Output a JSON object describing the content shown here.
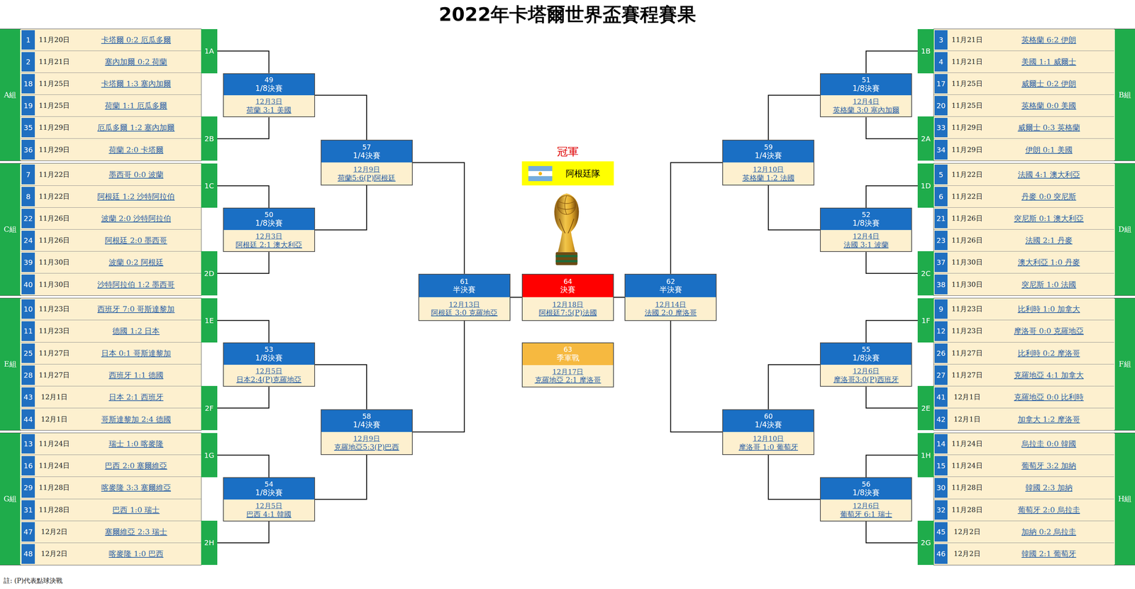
{
  "diagram": {
    "title": "2022年卡塔爾世界盃賽程賽果",
    "nodes": [
      {
        "text": [
          "A組"
        ]
      },
      {
        "text": [
          "1",
          "11月20日",
          "卡塔爾 0:2 厄瓜多爾"
        ],
        "in": 0
      },
      {
        "text": [
          "2",
          "11月21日",
          "塞內加爾 0:2 荷蘭"
        ],
        "in": 0
      },
      {
        "text": [
          "18",
          "11月25日",
          "卡塔爾 1:3 塞內加爾"
        ],
        "in": 0
      },
      {
        "text": [
          "19",
          "11月25日",
          "荷蘭 1:1 厄瓜多爾"
        ],
        "in": 0
      },
      {
        "text": [
          "35",
          "11月29日",
          "厄瓜多爾 1:2 塞內加爾"
        ],
        "in": 0
      },
      {
        "text": [
          "36",
          "11月29日",
          "荷蘭 2:0 卡塔爾"
        ],
        "in": 0
      },
      {
        "text": [
          "C組"
        ]
      },
      {
        "text": [
          "7",
          "11月22日",
          "墨西哥 0:0 波蘭"
        ],
        "in": 7
      },
      {
        "text": [
          "8",
          "11月22日",
          "阿根廷 1:2 沙特阿拉伯"
        ],
        "in": 7
      },
      {
        "text": [
          "22",
          "11月26日",
          "波蘭 2:0 沙特阿拉伯"
        ],
        "in": 7
      },
      {
        "text": [
          "24",
          "11月26日",
          "阿根廷 2:0 墨西哥"
        ],
        "in": 7
      },
      {
        "text": [
          "39",
          "11月30日",
          "波蘭 0:2 阿根廷"
        ],
        "in": 7
      },
      {
        "text": [
          "40",
          "11月30日",
          "沙特阿拉伯 1:2 墨西哥"
        ],
        "in": 7
      },
      {
        "text": [
          "E組"
        ]
      },
      {
        "text": [
          "10",
          "11月23日",
          "西班牙 7:0 哥斯達黎加"
        ],
        "in": 14
      },
      {
        "text": [
          "11",
          "11月23日",
          "德國 1:2 日本"
        ],
        "in": 14
      },
      {
        "text": [
          "25",
          "11月27日",
          "日本 0:1 哥斯達黎加"
        ],
        "in": 14
      },
      {
        "text": [
          "28",
          "11月27日",
          "西班牙 1:1 德國"
        ],
        "in": 14
      },
      {
        "text": [
          "43",
          "12月1日",
          "日本 2:1 西班牙"
        ],
        "in": 14
      },
      {
        "text": [
          "44",
          "12月1日",
          "哥斯達黎加 2:4 德國"
        ],
        "in": 14
      },
      {
        "text": [
          "G組"
        ]
      },
      {
        "text": [
          "13",
          "11月24日",
          "瑞士 1:0 喀麥隆"
        ],
        "in": 21
      },
      {
        "text": [
          "16",
          "11月24日",
          "巴西 2:0 塞爾維亞"
        ],
        "in": 21
      },
      {
        "text": [
          "29",
          "11月28日",
          "喀麥隆 3:3 塞爾維亞"
        ],
        "in": 21
      },
      {
        "text": [
          "31",
          "11月28日",
          "巴西 1:0 瑞士"
        ],
        "in": 21
      },
      {
        "text": [
          "47",
          "12月2日",
          "塞爾維亞 2:3 瑞士"
        ],
        "in": 21
      },
      {
        "text": [
          "48",
          "12月2日",
          "喀麥隆 1:0 巴西"
        ],
        "in": 21
      },
      {
        "text": [
          "B組"
        ]
      },
      {
        "text": [
          "3",
          "11月21日",
          "英格蘭 6:2 伊朗"
        ],
        "in": 28
      },
      {
        "text": [
          "4",
          "11月21日",
          "美國 1:1 威爾士"
        ],
        "in": 28
      },
      {
        "text": [
          "17",
          "11月25日",
          "威爾士 0:2 伊朗"
        ],
        "in": 28
      },
      {
        "text": [
          "20",
          "11月25日",
          "英格蘭 0:0 美國"
        ],
        "in": 28
      },
      {
        "text": [
          "33",
          "11月29日",
          "威爾士 0:3 英格蘭"
        ],
        "in": 28
      },
      {
        "text": [
          "34",
          "11月29日",
          "伊朗 0:1 美國"
        ],
        "in": 28
      },
      {
        "text": [
          "D組"
        ]
      },
      {
        "text": [
          "5",
          "11月22日",
          "法國 4:1 澳大利亞"
        ],
        "in": 35
      },
      {
        "text": [
          "6",
          "11月22日",
          "丹麥 0:0 突尼斯"
        ],
        "in": 35
      },
      {
        "text": [
          "21",
          "11月26日",
          "突尼斯 0:1 澳大利亞"
        ],
        "in": 35
      },
      {
        "text": [
          "23",
          "11月26日",
          "法國 2:1 丹麥"
        ],
        "in": 35
      },
      {
        "text": [
          "37",
          "11月30日",
          "澳大利亞 1:0 丹麥"
        ],
        "in": 35
      },
      {
        "text": [
          "38",
          "11月30日",
          "突尼斯 1:0 法國"
        ],
        "in": 35
      },
      {
        "text": [
          "F組"
        ]
      },
      {
        "text": [
          "9",
          "11月23日",
          "比利時 1:0 加拿大"
        ],
        "in": 42
      },
      {
        "text": [
          "12",
          "11月23日",
          "摩洛哥 0:0 克羅地亞"
        ],
        "in": 42
      },
      {
        "text": [
          "26",
          "11月27日",
          "比利時 0:2 摩洛哥"
        ],
        "in": 42
      },
      {
        "text": [
          "27",
          "11月27日",
          "克羅地亞 4:1 加拿大"
        ],
        "in": 42
      },
      {
        "text": [
          "41",
          "12月1日",
          "克羅地亞 0:0 比利時"
        ],
        "in": 42
      },
      {
        "text": [
          "42",
          "12月1日",
          "加拿大 1:2 摩洛哥"
        ],
        "in": 42
      },
      {
        "text": [
          "H組"
        ]
      },
      {
        "text": [
          "14",
          "11月24日",
          "烏拉圭 0:0 韓國"
        ],
        "in": 49
      },
      {
        "text": [
          "15",
          "11月24日",
          "葡萄牙 3:2 加納"
        ],
        "in": 49
      },
      {
        "text": [
          "30",
          "11月28日",
          "韓國 2:3 加納"
        ],
        "in": 49
      },
      {
        "text": [
          "32",
          "11月28日",
          "葡萄牙 2:0 烏拉圭"
        ],
        "in": 49
      },
      {
        "text": [
          "45",
          "12月2日",
          "加納 0:2 烏拉圭"
        ],
        "in": 49
      },
      {
        "text": [
          "46",
          "12月2日",
          "韓國 2:1 葡萄牙"
        ],
        "in": 49
      },
      {
        "text": [
          "1A"
        ]
      },
      {
        "text": [
          "2B"
        ]
      },
      {
        "text": [
          "1C"
        ]
      },
      {
        "text": [
          "2D"
        ]
      },
      {
        "text": [
          "1E"
        ]
      },
      {
        "text": [
          "2F"
        ]
      },
      {
        "text": [
          "1G"
        ]
      },
      {
        "text": [
          "2H"
        ]
      },
      {
        "text": [
          "1B"
        ]
      },
      {
        "text": [
          "2A"
        ]
      },
      {
        "text": [
          "1D"
        ]
      },
      {
        "text": [
          "2C"
        ]
      },
      {
        "text": [
          "1F"
        ]
      },
      {
        "text": [
          "2E"
        ]
      },
      {
        "text": [
          "1H"
        ]
      },
      {
        "text": [
          "2G"
        ]
      },
      {
        "text": [
          "49",
          "1/8決賽",
          "12月3日",
          "荷蘭 3:1 美國"
        ]
      },
      {
        "text": [
          "50",
          "1/8決賽",
          "12月3日",
          "阿根廷 2:1 澳大利亞"
        ]
      },
      {
        "text": [
          "53",
          "1/8決賽",
          "12月5日",
          "日本2:4(P)克羅地亞"
        ]
      },
      {
        "text": [
          "54",
          "1/8決賽",
          "12月5日",
          "巴西 4:1 韓國"
        ]
      },
      {
        "text": [
          "57",
          "1/4決賽",
          "12月9日",
          "荷蘭5:6(P)阿根廷"
        ]
      },
      {
        "text": [
          "58",
          "1/4決賽",
          "12月9日",
          "克羅地亞5:3(P)巴西"
        ]
      },
      {
        "text": [
          "61",
          "半決賽",
          "12月13日",
          "阿根廷 3:0 克羅地亞"
        ]
      },
      {
        "text": [
          "64",
          "決賽",
          "12月18日",
          "阿根廷7:5(P)法國"
        ]
      },
      {
        "text": [
          "63",
          "季軍戰",
          "12月17日",
          "克羅地亞 2:1 摩洛哥"
        ]
      },
      {
        "text": [
          "62",
          "半決賽",
          "12月14日",
          "法國 2:0 摩洛哥"
        ]
      },
      {
        "text": [
          "59",
          "1/4決賽",
          "12月10日",
          "英格蘭 1:2 法國"
        ]
      },
      {
        "text": [
          "60",
          "1/4決賽",
          "12月10日",
          "摩洛哥 1:0 葡萄牙"
        ]
      },
      {
        "text": [
          "51",
          "1/8決賽",
          "12月4日",
          "英格蘭 3:0 塞內加爾"
        ]
      },
      {
        "text": [
          "52",
          "1/8決賽",
          "12月4日",
          "法國 3:1 波蘭"
        ]
      },
      {
        "text": [
          "55",
          "1/8決賽",
          "12月6日",
          "摩洛哥3:0(P)西班牙"
        ]
      },
      {
        "text": [
          "56",
          "1/8決賽",
          "12月6日",
          "葡萄牙 6:1 瑞士"
        ]
      },
      {
        "text": [
          "冠軍",
          "阿根廷隊"
        ]
      }
    ],
    "edges": [
      {
        "from": 56,
        "to": 72,
        "arrow": "none"
      },
      {
        "from": 57,
        "to": 72,
        "arrow": "none"
      },
      {
        "from": 58,
        "to": 73,
        "arrow": "none"
      },
      {
        "from": 59,
        "to": 73,
        "arrow": "none"
      },
      {
        "from": 60,
        "to": 74,
        "arrow": "none"
      },
      {
        "from": 61,
        "to": 74,
        "arrow": "none"
      },
      {
        "from": 62,
        "to": 75,
        "arrow": "none"
      },
      {
        "from": 63,
        "to": 75,
        "arrow": "none"
      },
      {
        "from": 72,
        "to": 76,
        "arrow": "none"
      },
      {
        "from": 73,
        "to": 76,
        "arrow": "none"
      },
      {
        "from": 74,
        "to": 77,
        "arrow": "none"
      },
      {
        "from": 75,
        "to": 77,
        "arrow": "none"
      },
      {
        "from": 76,
        "to": 78,
        "arrow": "none"
      },
      {
        "from": 77,
        "to": 78,
        "arrow": "none"
      },
      {
        "from": 78,
        "to": 79,
        "arrow": "none"
      },
      {
        "from": 64,
        "to": 84,
        "arrow": "none"
      },
      {
        "from": 65,
        "to": 84,
        "arrow": "none"
      },
      {
        "from": 66,
        "to": 85,
        "arrow": "none"
      },
      {
        "from": 67,
        "to": 85,
        "arrow": "none"
      },
      {
        "from": 68,
        "to": 86,
        "arrow": "none"
      },
      {
        "from": 69,
        "to": 86,
        "arrow": "none"
      },
      {
        "from": 70,
        "to": 87,
        "arrow": "none"
      },
      {
        "from": 71,
        "to": 87,
        "arrow": "none"
      },
      {
        "from": 84,
        "to": 82,
        "arrow": "none"
      },
      {
        "from": 85,
        "to": 82,
        "arrow": "none"
      },
      {
        "from": 86,
        "to": 83,
        "arrow": "none"
      },
      {
        "from": 87,
        "to": 83,
        "arrow": "none"
      },
      {
        "from": 82,
        "to": 81,
        "arrow": "none"
      },
      {
        "from": 83,
        "to": 81,
        "arrow": "none"
      },
      {
        "from": 81,
        "to": 79,
        "arrow": "none"
      }
    ],
    "labels": [
      "註: (P)代表點球決戰"
    ]
  }
}
